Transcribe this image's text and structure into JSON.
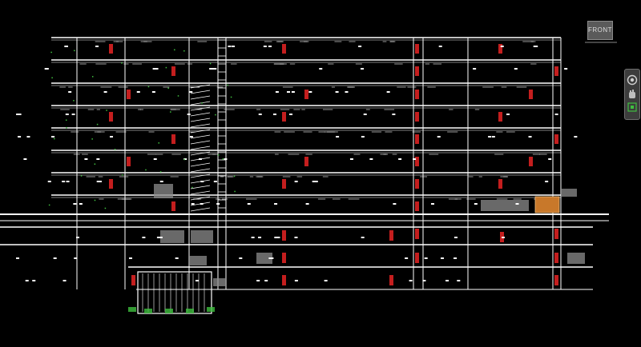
{
  "app": {
    "view_name": "FRONT"
  },
  "viewcube": {
    "label": "FRONT",
    "icon": "viewcube-icon"
  },
  "navigation_bar": {
    "items": [
      {
        "name": "steering-wheel",
        "icon": "steering-wheel-icon"
      },
      {
        "name": "pan",
        "icon": "pan-hand-icon"
      },
      {
        "name": "zoom",
        "icon": "zoom-extents-icon"
      }
    ]
  },
  "drawing": {
    "type": "building-section-elevation",
    "background": "#000000",
    "colors": {
      "linework": "#ffffff",
      "doors": "#c41e1e",
      "highlight": "#c8782a",
      "vegetation": "#3fbf3f",
      "grey_fill": "#8c8c8c"
    },
    "upper_floor_count": 8,
    "lower_floor_count": 3
  }
}
